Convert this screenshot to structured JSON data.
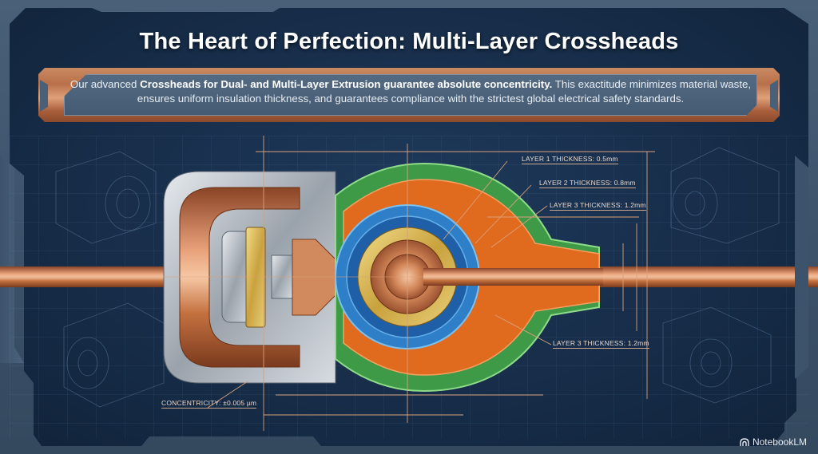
{
  "slide": {
    "title": "The Heart of Perfection: Multi-Layer Crossheads",
    "description": {
      "intro": "Our advanced ",
      "bold": "Crossheads for Dual- and Multi-Layer Extrusion guarantee absolute concentricity.",
      "rest": " This exactitude minimizes material waste, ensures uniform insulation thickness, and guarantees compliance with the strictest global electrical safety standards."
    }
  },
  "diagram": {
    "annotations": [
      {
        "id": "layer1",
        "label": "LAYER 1 THICKNESS: 0.5mm"
      },
      {
        "id": "layer2",
        "label": "LAYER 2 THICKNESS: 0.8mm"
      },
      {
        "id": "layer3_top",
        "label": "LAYER 3 THICKNESS: 1.2mm"
      },
      {
        "id": "layer3_bottom",
        "label": "LAYER 3 THICKNESS: 1.2mm"
      },
      {
        "id": "concentricity",
        "label": "CONCENTRICITY: ±0.005 µm"
      }
    ],
    "colors": {
      "copper": "#c8784a",
      "steel": "#b8bec6",
      "gold": "#d4b04a",
      "layer_blue": "#2f7fc8",
      "layer_orange": "#e06a1e",
      "layer_green": "#3f9a48",
      "annotation_line": "#d9a07a",
      "background": "#172d49"
    }
  },
  "watermark": {
    "label": "NotebookLM",
    "icon": "notebooklm-logo-icon"
  }
}
